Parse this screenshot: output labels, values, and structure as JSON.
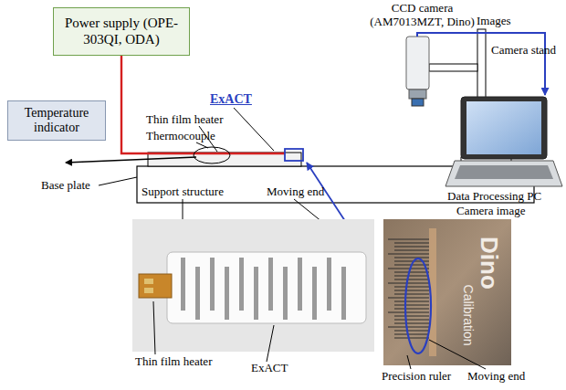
{
  "diagram": {
    "nodes": [
      {
        "text": [
          "Power supply (OPE-303QI, ODA)"
        ]
      },
      {
        "text": [
          "Temperature indicator"
        ]
      }
    ],
    "labels": [
      "CCD camera (AM7013MZT, Dino)",
      "Images",
      "Camera stand",
      "ExACT",
      "Thin film heater",
      "Thermocouple",
      "Base plate",
      "Support structure",
      "Moving end",
      "Data Processing PC",
      "Thin film heater",
      "ExACT",
      "Camera image",
      "Precision ruler",
      "Moving end",
      "Dino",
      "Calibration"
    ]
  }
}
